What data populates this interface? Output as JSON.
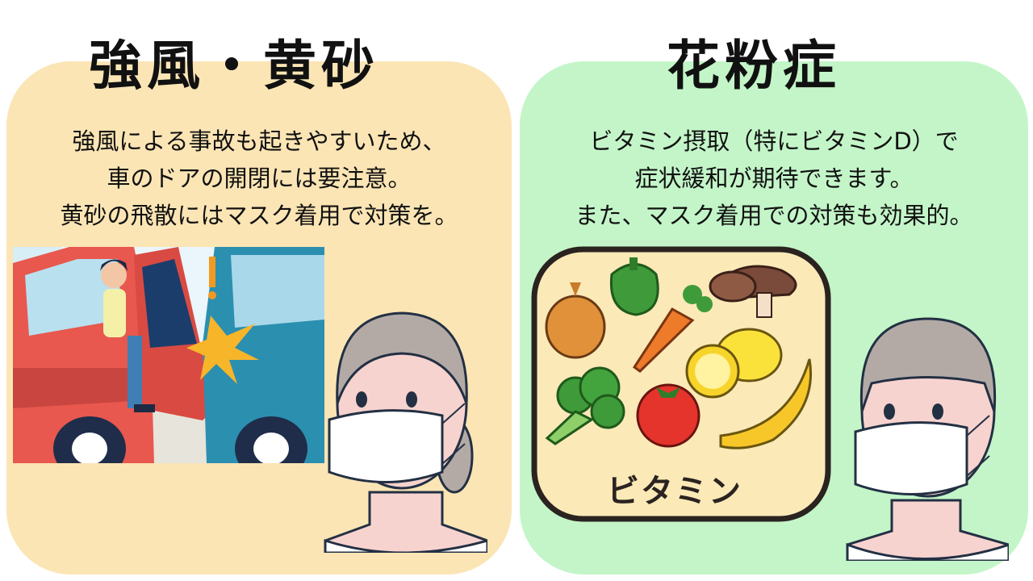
{
  "left": {
    "title": "強風・黄砂",
    "lines": [
      "強風による事故も起きやすいため、",
      "車のドアの開閉には要注意。",
      "黄砂の飛散にはマスク着用で対策を。"
    ]
  },
  "right": {
    "title": "花粉症",
    "lines": [
      "ビタミン摂取（特にビタミンD）で",
      "症状緩和が期待できます。",
      "また、マスク着用での対策も効果的。"
    ],
    "vitamin_label": "ビタミン"
  },
  "colors": {
    "left_panel": "#fbe5b5",
    "right_panel": "#c3f5c8"
  }
}
